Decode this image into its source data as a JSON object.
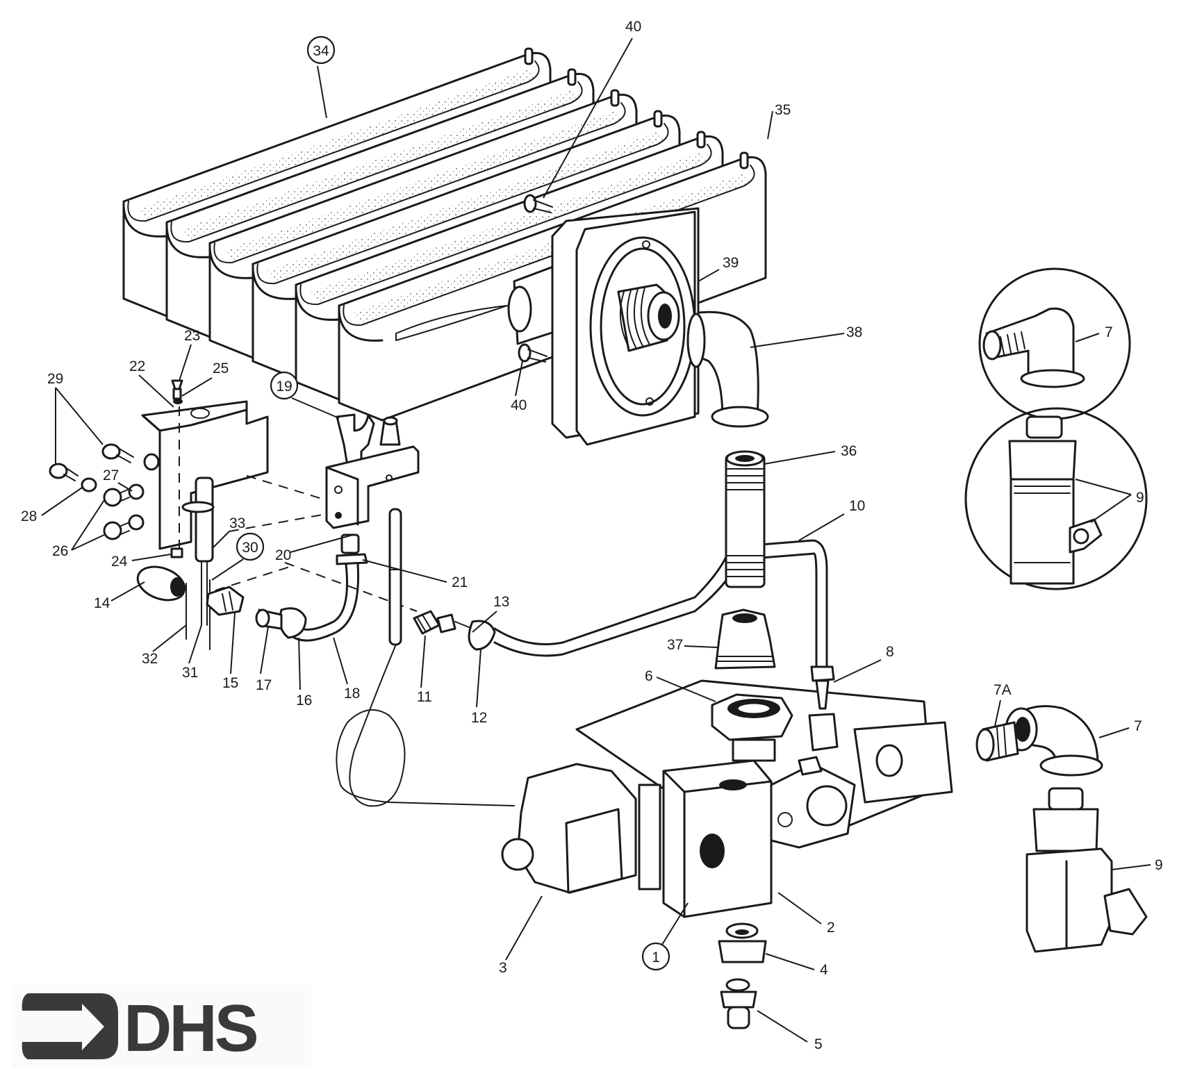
{
  "diagram": {
    "type": "exploded-parts-diagram",
    "subject": "gas burner assembly with gas control valve and pilot",
    "callouts": [
      {
        "id": "1",
        "label": "1",
        "circled": true,
        "part": "gas-control-valve"
      },
      {
        "id": "2",
        "label": "2",
        "circled": false,
        "part": "valve-body-side"
      },
      {
        "id": "3",
        "label": "3",
        "circled": false,
        "part": "thermocouple-connection"
      },
      {
        "id": "4",
        "label": "4",
        "circled": false,
        "part": "hex-plug"
      },
      {
        "id": "5",
        "label": "5",
        "circled": false,
        "part": "plug-fitting"
      },
      {
        "id": "6",
        "label": "6",
        "circled": false,
        "part": "inlet-union-nut"
      },
      {
        "id": "7",
        "label": "7",
        "circled": false,
        "part": "elbow"
      },
      {
        "id": "7A",
        "label": "7A",
        "circled": false,
        "part": "nipple"
      },
      {
        "id": "8",
        "label": "8",
        "circled": false,
        "part": "pilot-tube-fitting"
      },
      {
        "id": "9",
        "label": "9",
        "circled": false,
        "part": "shut-off-valve"
      },
      {
        "id": "10",
        "label": "10",
        "circled": false,
        "part": "pilot-tube"
      },
      {
        "id": "11",
        "label": "11",
        "circled": false,
        "part": "fitting"
      },
      {
        "id": "12",
        "label": "12",
        "circled": false,
        "part": "compression-nut"
      },
      {
        "id": "13",
        "label": "13",
        "circled": false,
        "part": "ferrule"
      },
      {
        "id": "14",
        "label": "14",
        "circled": false,
        "part": "cap"
      },
      {
        "id": "15",
        "label": "15",
        "circled": false,
        "part": "connector"
      },
      {
        "id": "16",
        "label": "16",
        "circled": false,
        "part": "nut"
      },
      {
        "id": "17",
        "label": "17",
        "circled": false,
        "part": "orifice"
      },
      {
        "id": "18",
        "label": "18",
        "circled": false,
        "part": "tube"
      },
      {
        "id": "19",
        "label": "19",
        "circled": true,
        "part": "pilot-burner"
      },
      {
        "id": "20",
        "label": "20",
        "circled": false,
        "part": "pilot-bracket"
      },
      {
        "id": "21",
        "label": "21",
        "circled": false,
        "part": "nut"
      },
      {
        "id": "22",
        "label": "22",
        "circled": false,
        "part": "bracket"
      },
      {
        "id": "23",
        "label": "23",
        "circled": false,
        "part": "screw"
      },
      {
        "id": "24",
        "label": "24",
        "circled": false,
        "part": "nut"
      },
      {
        "id": "25",
        "label": "25",
        "circled": false,
        "part": "washer"
      },
      {
        "id": "26",
        "label": "26",
        "circled": false,
        "part": "screw"
      },
      {
        "id": "27",
        "label": "27",
        "circled": false,
        "part": "washer"
      },
      {
        "id": "28",
        "label": "28",
        "circled": false,
        "part": "washer"
      },
      {
        "id": "29",
        "label": "29",
        "circled": false,
        "part": "screw"
      },
      {
        "id": "30",
        "label": "30",
        "circled": true,
        "part": "electrode-assembly"
      },
      {
        "id": "31",
        "label": "31",
        "circled": false,
        "part": "lead"
      },
      {
        "id": "32",
        "label": "32",
        "circled": false,
        "part": "lead"
      },
      {
        "id": "33",
        "label": "33",
        "circled": false,
        "part": "electrode"
      },
      {
        "id": "34",
        "label": "34",
        "circled": true,
        "part": "burner"
      },
      {
        "id": "35",
        "label": "35",
        "circled": false,
        "part": "burner-tab"
      },
      {
        "id": "36",
        "label": "36",
        "circled": false,
        "part": "pipe-nipple"
      },
      {
        "id": "37",
        "label": "37",
        "circled": false,
        "part": "union"
      },
      {
        "id": "38",
        "label": "38",
        "circled": false,
        "part": "elbow"
      },
      {
        "id": "39",
        "label": "39",
        "circled": false,
        "part": "manifold-plate"
      },
      {
        "id": "40",
        "label": "40",
        "circled": false,
        "part": "screw"
      }
    ]
  },
  "logo": {
    "text": "DHS",
    "color": "#3a3a3a"
  }
}
